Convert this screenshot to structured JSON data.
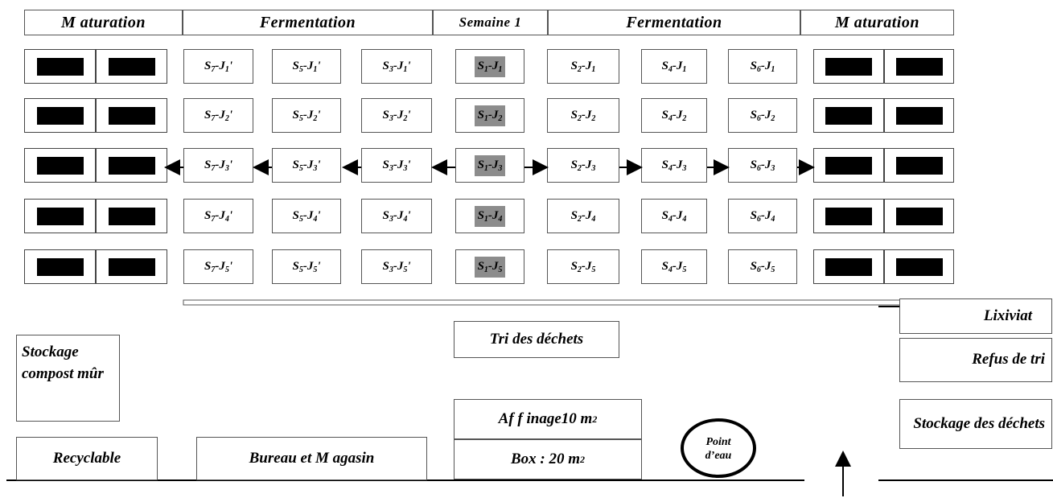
{
  "headers": {
    "maturation_left": "M aturation",
    "fermentation_left": "Fermentation",
    "semaine": "Semaine 1",
    "fermentation_right": "Fermentation",
    "maturation_right": "M aturation"
  },
  "rows": [
    {
      "c1": [
        "S",
        "7",
        "-J",
        "1",
        "'"
      ],
      "c2": [
        "S",
        "5",
        "-J",
        "1",
        "'"
      ],
      "c3": [
        "S",
        "3",
        "-J",
        "1",
        "'"
      ],
      "c4": [
        "S",
        "1",
        "-J",
        "1",
        ""
      ],
      "c5": [
        "S",
        "2",
        "-J",
        "1",
        ""
      ],
      "c6": [
        "S",
        "4",
        "-J",
        "1",
        ""
      ],
      "c7": [
        "S",
        "6",
        "-J",
        "1",
        ""
      ]
    },
    {
      "c1": [
        "S",
        "7",
        "-J",
        "2",
        "'"
      ],
      "c2": [
        "S",
        "5",
        "-J",
        "2",
        "'"
      ],
      "c3": [
        "S",
        "3",
        "-J",
        "2",
        "'"
      ],
      "c4": [
        "S",
        "1",
        "-J",
        "2",
        ""
      ],
      "c5": [
        "S",
        "2",
        "-J",
        "2",
        ""
      ],
      "c6": [
        "S",
        "4",
        "-J",
        "2",
        ""
      ],
      "c7": [
        "S",
        "6",
        "-J",
        "2",
        ""
      ]
    },
    {
      "c1": [
        "S",
        "7",
        "-J",
        "3",
        "'"
      ],
      "c2": [
        "S",
        "5",
        "-J",
        "3",
        "'"
      ],
      "c3": [
        "S",
        "3",
        "-J",
        "3",
        "'"
      ],
      "c4": [
        "S",
        "1",
        "-J",
        "3",
        ""
      ],
      "c5": [
        "S",
        "2",
        "-J",
        "3",
        ""
      ],
      "c6": [
        "S",
        "4",
        "-J",
        "3",
        ""
      ],
      "c7": [
        "S",
        "6",
        "-J",
        "3",
        ""
      ]
    },
    {
      "c1": [
        "S",
        "7",
        "-J",
        "4",
        "'"
      ],
      "c2": [
        "S",
        "5",
        "-J",
        "4",
        "'"
      ],
      "c3": [
        "S",
        "3",
        "-J",
        "4",
        "'"
      ],
      "c4": [
        "S",
        "1",
        "-J",
        "4",
        ""
      ],
      "c5": [
        "S",
        "2",
        "-J",
        "4",
        ""
      ],
      "c6": [
        "S",
        "4",
        "-J",
        "4",
        ""
      ],
      "c7": [
        "S",
        "6",
        "-J",
        "4",
        ""
      ]
    },
    {
      "c1": [
        "S",
        "7",
        "-J",
        "5",
        "'"
      ],
      "c2": [
        "S",
        "5",
        "-J",
        "5",
        "'"
      ],
      "c3": [
        "S",
        "3",
        "-J",
        "5",
        "'"
      ],
      "c4": [
        "S",
        "1",
        "-J",
        "5",
        ""
      ],
      "c5": [
        "S",
        "2",
        "-J",
        "5",
        ""
      ],
      "c6": [
        "S",
        "4",
        "-J",
        "5",
        ""
      ],
      "c7": [
        "S",
        "6",
        "-J",
        "5",
        ""
      ]
    }
  ],
  "labels": {
    "lixiviat": "Lixiviat",
    "tri": "Tri des déchets",
    "refus": "Refus de tri",
    "stockage_compost": "Stockage compost mûr",
    "stockage_dechets": "Stockage des déchets",
    "affinage": "Af f inage10 m",
    "affinage_sup": "2",
    "box": "Box : 20 m",
    "box_sup": "2",
    "point_eau_1": "Point",
    "point_eau_2": "d’eau",
    "recyclable": "Recyclable",
    "bureau": "Bureau et M agasin"
  },
  "colors": {
    "s1_highlight": "#8c8c8c",
    "maturation_block": "#000000"
  }
}
